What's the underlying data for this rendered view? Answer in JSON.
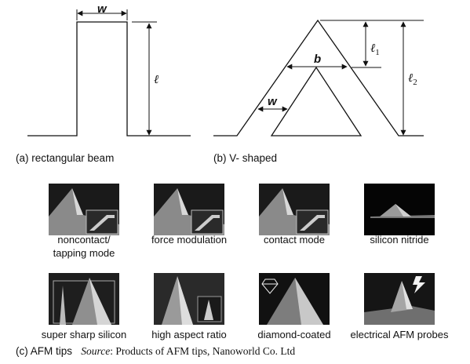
{
  "diagram": {
    "rect_beam": {
      "w_label": "w",
      "l_label": "ℓ",
      "caption": "(a) rectangular beam"
    },
    "v_shaped": {
      "b_label": "b",
      "w_label": "w",
      "l1_label": "ℓ",
      "l1_sub": "1",
      "l2_label": "ℓ",
      "l2_sub": "2",
      "caption": "(b) V- shaped"
    },
    "tips": {
      "row1": [
        {
          "line1": "noncontact/",
          "line2": "tapping mode"
        },
        {
          "line1": "force modulation",
          "line2": ""
        },
        {
          "line1": "contact mode",
          "line2": ""
        },
        {
          "line1": "silicon nitride",
          "line2": ""
        }
      ],
      "row2": [
        {
          "line1": "super sharp silicon"
        },
        {
          "line1": "high aspect ratio"
        },
        {
          "line1": "diamond-coated"
        },
        {
          "line1": "electrical AFM probes"
        }
      ]
    },
    "source_line": {
      "caption": "(c) AFM tips",
      "source_word": "Source",
      "source_text": ": Products of AFM tips, Nanoworld Co. Ltd"
    }
  }
}
